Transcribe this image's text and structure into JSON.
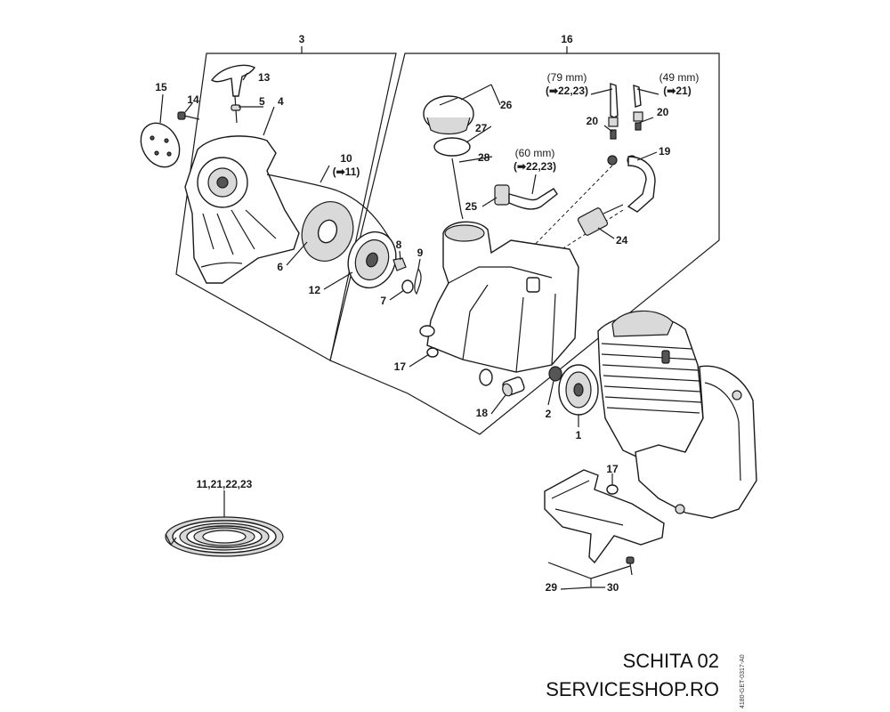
{
  "diagram": {
    "callouts": {
      "c1": "1",
      "c2": "2",
      "c3": "3",
      "c4": "4",
      "c5": "5",
      "c6": "6",
      "c7": "7",
      "c8": "8",
      "c9": "9",
      "c10": "10",
      "c12": "12",
      "c13": "13",
      "c14": "14",
      "c15": "15",
      "c16": "16",
      "c17a": "17",
      "c17b": "17",
      "c18": "18",
      "c19": "19",
      "c20a": "20",
      "c20b": "20",
      "c24": "24",
      "c25": "25",
      "c26": "26",
      "c27": "27",
      "c28": "28",
      "c29": "29",
      "c30": "30",
      "c_ring": "11,21,22,23"
    },
    "refs": {
      "r10": "(➡11)",
      "r60_len": "(60 mm)",
      "r60_ref": "(➡22,23)",
      "r79_len": "(79 mm)",
      "r79_ref": "(➡22,23)",
      "r49_len": "(49 mm)",
      "r49_ref": "(➡21)"
    },
    "footer": {
      "title": "SCHITA 02",
      "site": "SERVICESHOP.RO",
      "doc_id": "4180-GET-0317-A0"
    }
  }
}
